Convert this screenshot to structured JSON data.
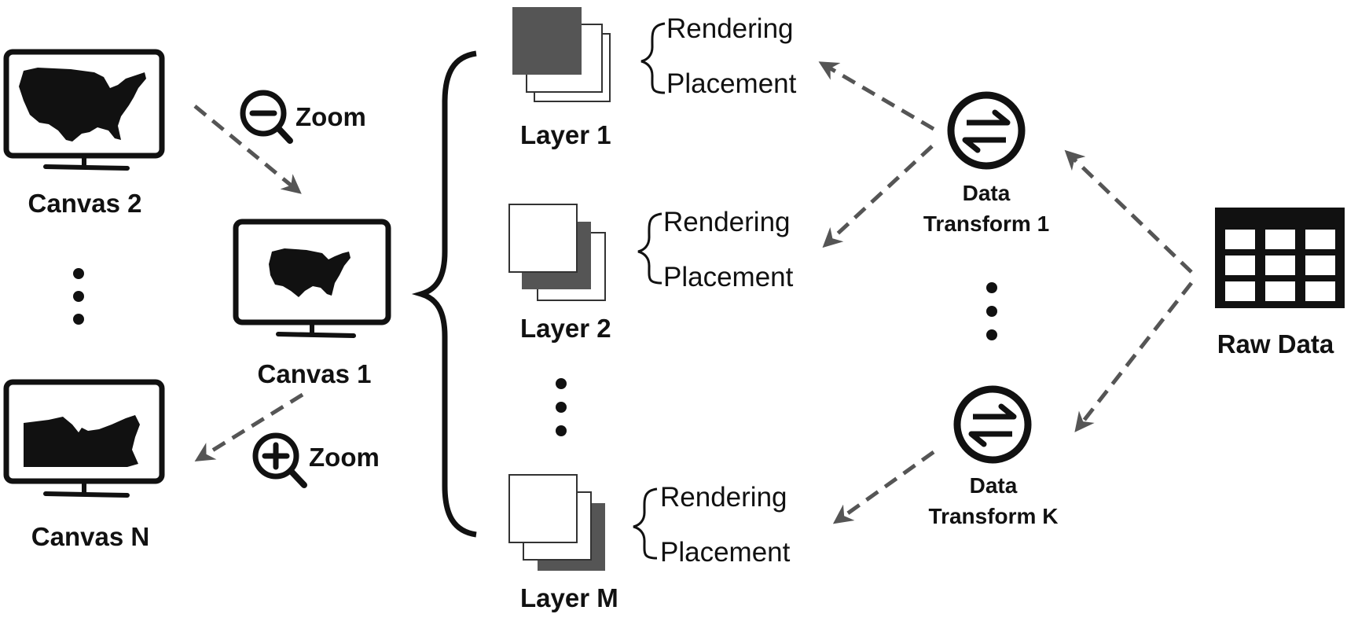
{
  "canvases": {
    "canvas_2": "Canvas 2",
    "canvas_1": "Canvas 1",
    "canvas_n": "Canvas N"
  },
  "zoom": {
    "zoom_out": "Zoom",
    "zoom_in": "Zoom"
  },
  "layers": [
    {
      "label": "Layer 1",
      "rendering": "Rendering",
      "placement": "Placement"
    },
    {
      "label": "Layer 2",
      "rendering": "Rendering",
      "placement": "Placement"
    },
    {
      "label": "Layer M",
      "rendering": "Rendering",
      "placement": "Placement"
    }
  ],
  "transforms": [
    {
      "line1": "Data",
      "line2": "Transform 1"
    },
    {
      "line1": "Data",
      "line2": "Transform K"
    }
  ],
  "raw_data": "Raw Data",
  "colors": {
    "arrow": "#555555",
    "icon": "#111111",
    "layer_fill": "#555555"
  },
  "icons": [
    "monitor-icon",
    "us-map-icon",
    "zoom-out-icon",
    "zoom-in-icon",
    "exchange-icon",
    "table-icon",
    "ellipsis-icon",
    "curly-brace-icon"
  ]
}
